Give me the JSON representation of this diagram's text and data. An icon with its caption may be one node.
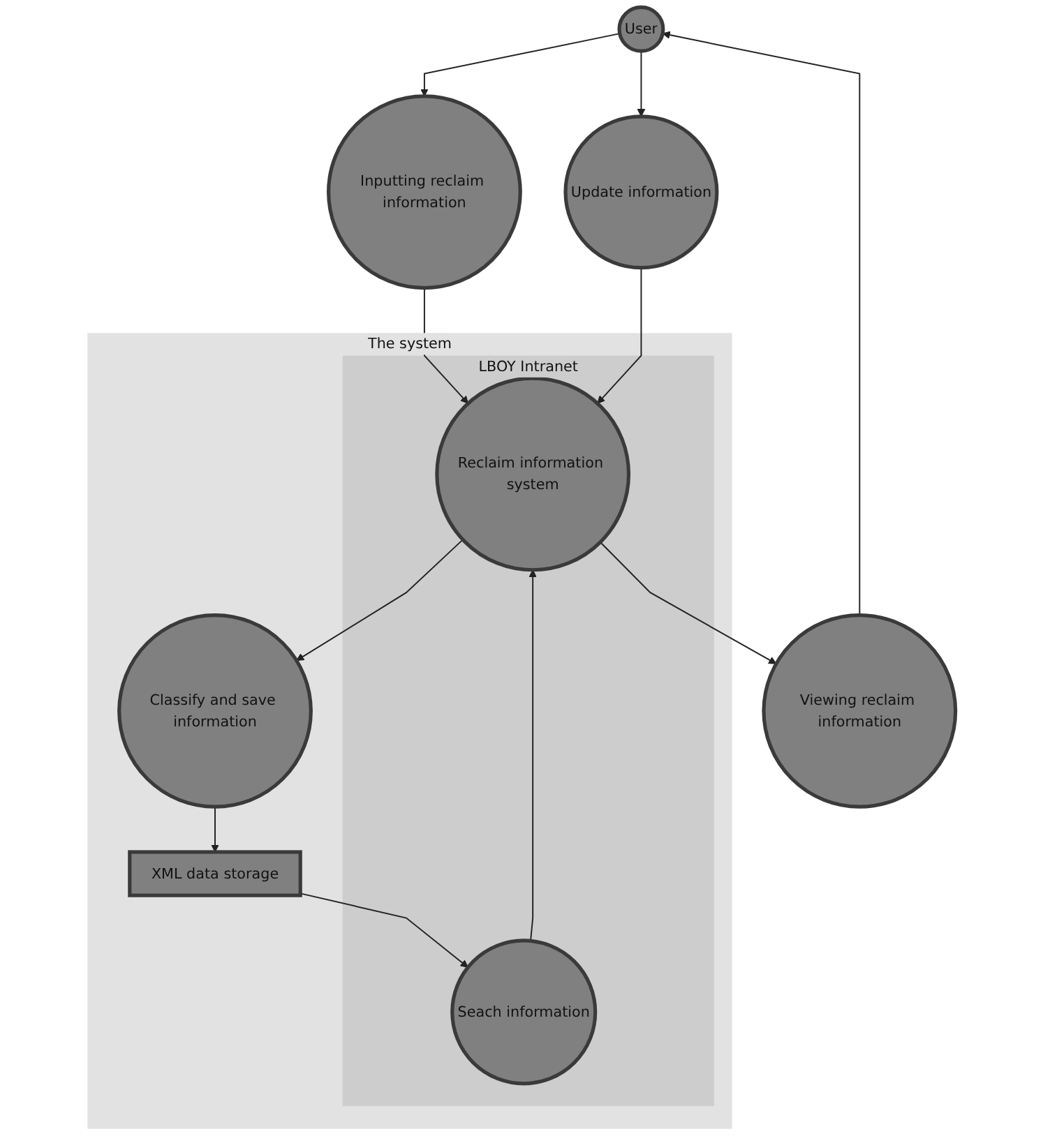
{
  "diagram": {
    "nodes": [
      {
        "text": [
          "User"
        ]
      },
      {
        "text": [
          "Inputting reclaim information"
        ]
      },
      {
        "text": [
          "Viewing reclaim information"
        ]
      },
      {
        "text": [
          "Update information"
        ]
      },
      {
        "text": [
          "The system"
        ]
      },
      {
        "text": [
          "LBOY Intranet"
        ],
        "in": 4
      },
      {
        "text": [
          "Seach information"
        ],
        "in": 5
      },
      {
        "text": [
          "Reclaim information system"
        ],
        "in": 5
      },
      {
        "text": [
          "XML data storage"
        ],
        "in": 4
      },
      {
        "text": [
          "Classify and save information"
        ],
        "in": 4
      }
    ],
    "edges": [
      {
        "from": 0,
        "to": 1,
        "arrow": "to"
      },
      {
        "from": 0,
        "to": 3,
        "arrow": "to"
      },
      {
        "from": 2,
        "to": 0,
        "arrow": "to"
      },
      {
        "from": 1,
        "to": 7,
        "arrow": "to"
      },
      {
        "from": 7,
        "to": 2,
        "arrow": "to"
      },
      {
        "from": 3,
        "to": 7,
        "arrow": "to"
      },
      {
        "from": 6,
        "to": 7,
        "arrow": "to"
      },
      {
        "from": 8,
        "to": 6,
        "arrow": "to"
      },
      {
        "from": 7,
        "to": 9,
        "arrow": "to"
      },
      {
        "from": 9,
        "to": 8,
        "arrow": "to"
      }
    ]
  }
}
